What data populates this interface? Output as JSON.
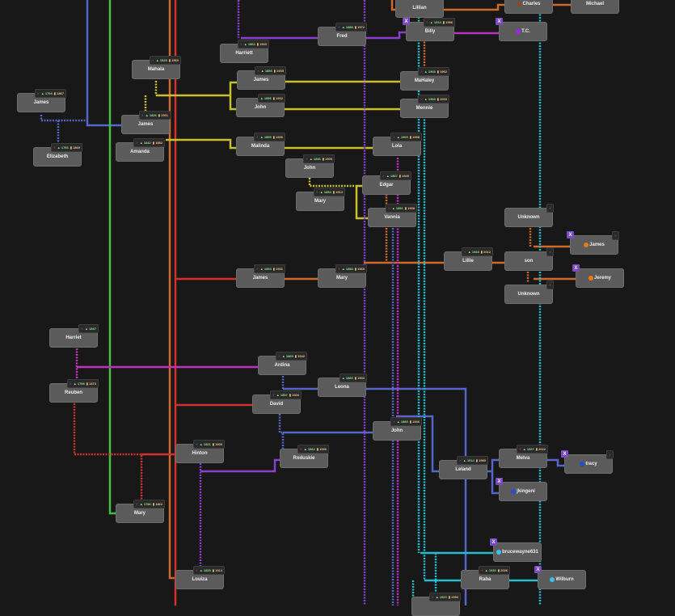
{
  "colors": {
    "background": "#181818",
    "node": "#5b5b5b",
    "blue": "#5865c8",
    "green": "#3fbf3f",
    "orange": "#d06a2a",
    "red": "#d33030",
    "purple": "#8a3fd0",
    "magenta": "#c030c0",
    "yellow": "#c8c030",
    "cyan": "#20c0d0"
  },
  "nodes": [
    {
      "name": "Lillian"
    },
    {
      "name": "Charles",
      "emoji": "#8a4a2a"
    },
    {
      "name": "Michael"
    },
    {
      "name": "Fred",
      "gender": "♂",
      "birth": "1888",
      "death": "1972"
    },
    {
      "name": "Billy",
      "gender": "♀",
      "birth": "1914",
      "death": "1996",
      "x": "X"
    },
    {
      "name": "T.C.",
      "emoji": "#a020f0",
      "x": "X"
    },
    {
      "name": "Harriett",
      "gender": "♀",
      "birth": "1863",
      "death": "1943"
    },
    {
      "name": "Mahala",
      "gender": "♀",
      "birth": "1828",
      "death": "1860"
    },
    {
      "name": "James",
      "gender": "♂",
      "birth": "1794",
      "death": "1867"
    },
    {
      "name": "James",
      "gender": "♂",
      "birth": "1856",
      "death": "1935"
    },
    {
      "name": "John",
      "birth": "1856",
      "death": "1932"
    },
    {
      "name": "MaHaley",
      "gender": "♀",
      "birth": "1908",
      "death": "1962"
    },
    {
      "name": "Mennie",
      "gender": "♀",
      "birth": "1908",
      "death": "1933"
    },
    {
      "name": "James",
      "gender": "♂",
      "birth": "1826",
      "death": "1901"
    },
    {
      "name": "Amanda",
      "gender": "♀",
      "birth": "1842",
      "death": "1882"
    },
    {
      "name": "Elizabeth",
      "gender": "♀",
      "birth": "1793",
      "death": "1869"
    },
    {
      "name": "Malinda",
      "gender": "♀",
      "birth": "1855",
      "death": "1936"
    },
    {
      "name": "Lola",
      "gender": "♀",
      "birth": "1909",
      "death": "1998"
    },
    {
      "name": "John",
      "gender": "♂",
      "birth": "1846",
      "death": "1909"
    },
    {
      "name": "Edgar",
      "gender": "♂",
      "birth": "1887",
      "death": "1949"
    },
    {
      "name": "Mary",
      "gender": "♀",
      "birth": "1854",
      "death": "1913"
    },
    {
      "name": "Vannia",
      "gender": "♀",
      "birth": "1891",
      "death": "1938"
    },
    {
      "name": "Unknown",
      "gender": "♀"
    },
    {
      "name": "James",
      "gender": "♂",
      "emoji": "#f07a10",
      "x": "X"
    },
    {
      "name": "Lillie",
      "gender": "♀",
      "birth": "1928",
      "death": "2012"
    },
    {
      "name": "son",
      "gender": "♂"
    },
    {
      "name": "James",
      "gender": "♂",
      "birth": "1854",
      "death": "1931"
    },
    {
      "name": "Mary",
      "gender": "♀",
      "birth": "1888",
      "death": "1969"
    },
    {
      "name": "Jeremy",
      "emoji": "#f07a10",
      "x": "X"
    },
    {
      "name": "Unknown",
      "gender": "♀"
    },
    {
      "name": "Harriet",
      "gender": "♀",
      "birth": "1847"
    },
    {
      "name": "Ardina",
      "gender": "♀",
      "birth": "1865",
      "death": "1942"
    },
    {
      "name": "Leona",
      "birth": "1883",
      "death": "1903"
    },
    {
      "name": "Reuben",
      "gender": "♂",
      "birth": "1798",
      "death": "1873"
    },
    {
      "name": "David",
      "gender": "♂",
      "birth": "1857",
      "death": "1926"
    },
    {
      "name": "John",
      "gender": "♂",
      "birth": "1885",
      "death": "1946"
    },
    {
      "name": "Hinton",
      "gender": "♂",
      "birth": "1821",
      "death": "1900"
    },
    {
      "name": "Roduskie",
      "gender": "♀",
      "birth": "1862",
      "death": "1936"
    },
    {
      "name": "Melva",
      "gender": "♀",
      "birth": "1947",
      "death": "2022"
    },
    {
      "name": "Leland",
      "gender": "♂",
      "birth": "1914",
      "death": "1980"
    },
    {
      "name": "tracy",
      "gender": "♀",
      "emoji": "#2050d0",
      "x": "X"
    },
    {
      "name": "jkingeni",
      "emoji": "#2050d0",
      "x": "X"
    },
    {
      "name": "Mary",
      "gender": "♀",
      "birth": "1796",
      "death": "1862"
    },
    {
      "name": "brucewayne631",
      "emoji": "#40c0f0",
      "x": "X"
    },
    {
      "name": "Raba",
      "gender": "♀",
      "birth": "1930",
      "death": "2006"
    },
    {
      "name": "Wilburn",
      "emoji": "#40c0f0",
      "x": "X"
    },
    {
      "name": "Louiza",
      "gender": "♀",
      "birth": "1835",
      "death": "1914"
    },
    {
      "name": "",
      "gender": "♂",
      "birth": "1923",
      "death": "1996"
    }
  ]
}
